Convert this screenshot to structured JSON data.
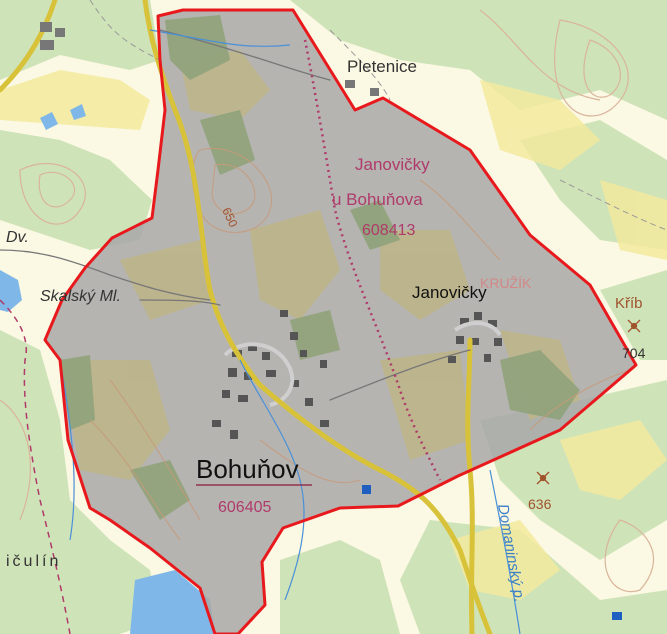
{
  "map": {
    "colors": {
      "forest": "#cfe3b8",
      "field": "#f6f1c8",
      "highlight_fill": "#a8a8a8",
      "boundary": "#e8191d",
      "road": "#d8c23a",
      "contour": "#d9b59a",
      "cadastral_label": "#b03a6a",
      "water": "#7fb8e8"
    },
    "labels": {
      "pletenice": "Pletenice",
      "janovicky_cadastre_name_line1": "Janovičky",
      "janovicky_cadastre_name_line2": "u Bohuňova",
      "janovicky_cadastre_code": "608413",
      "contour_650": "650",
      "dv": "Dv.",
      "skalsky_ml": "Skalský Ml.",
      "janovicky_village": "Janovičky",
      "kruzik": "KRUŽÍK",
      "krib": "Kříb",
      "krib_elevation": "704",
      "bohunov": "Bohuňov",
      "bohunov_code": "606405",
      "elevation_636": "636",
      "domaninsky": "Domaninský p.",
      "iculin": "ičulín"
    }
  }
}
